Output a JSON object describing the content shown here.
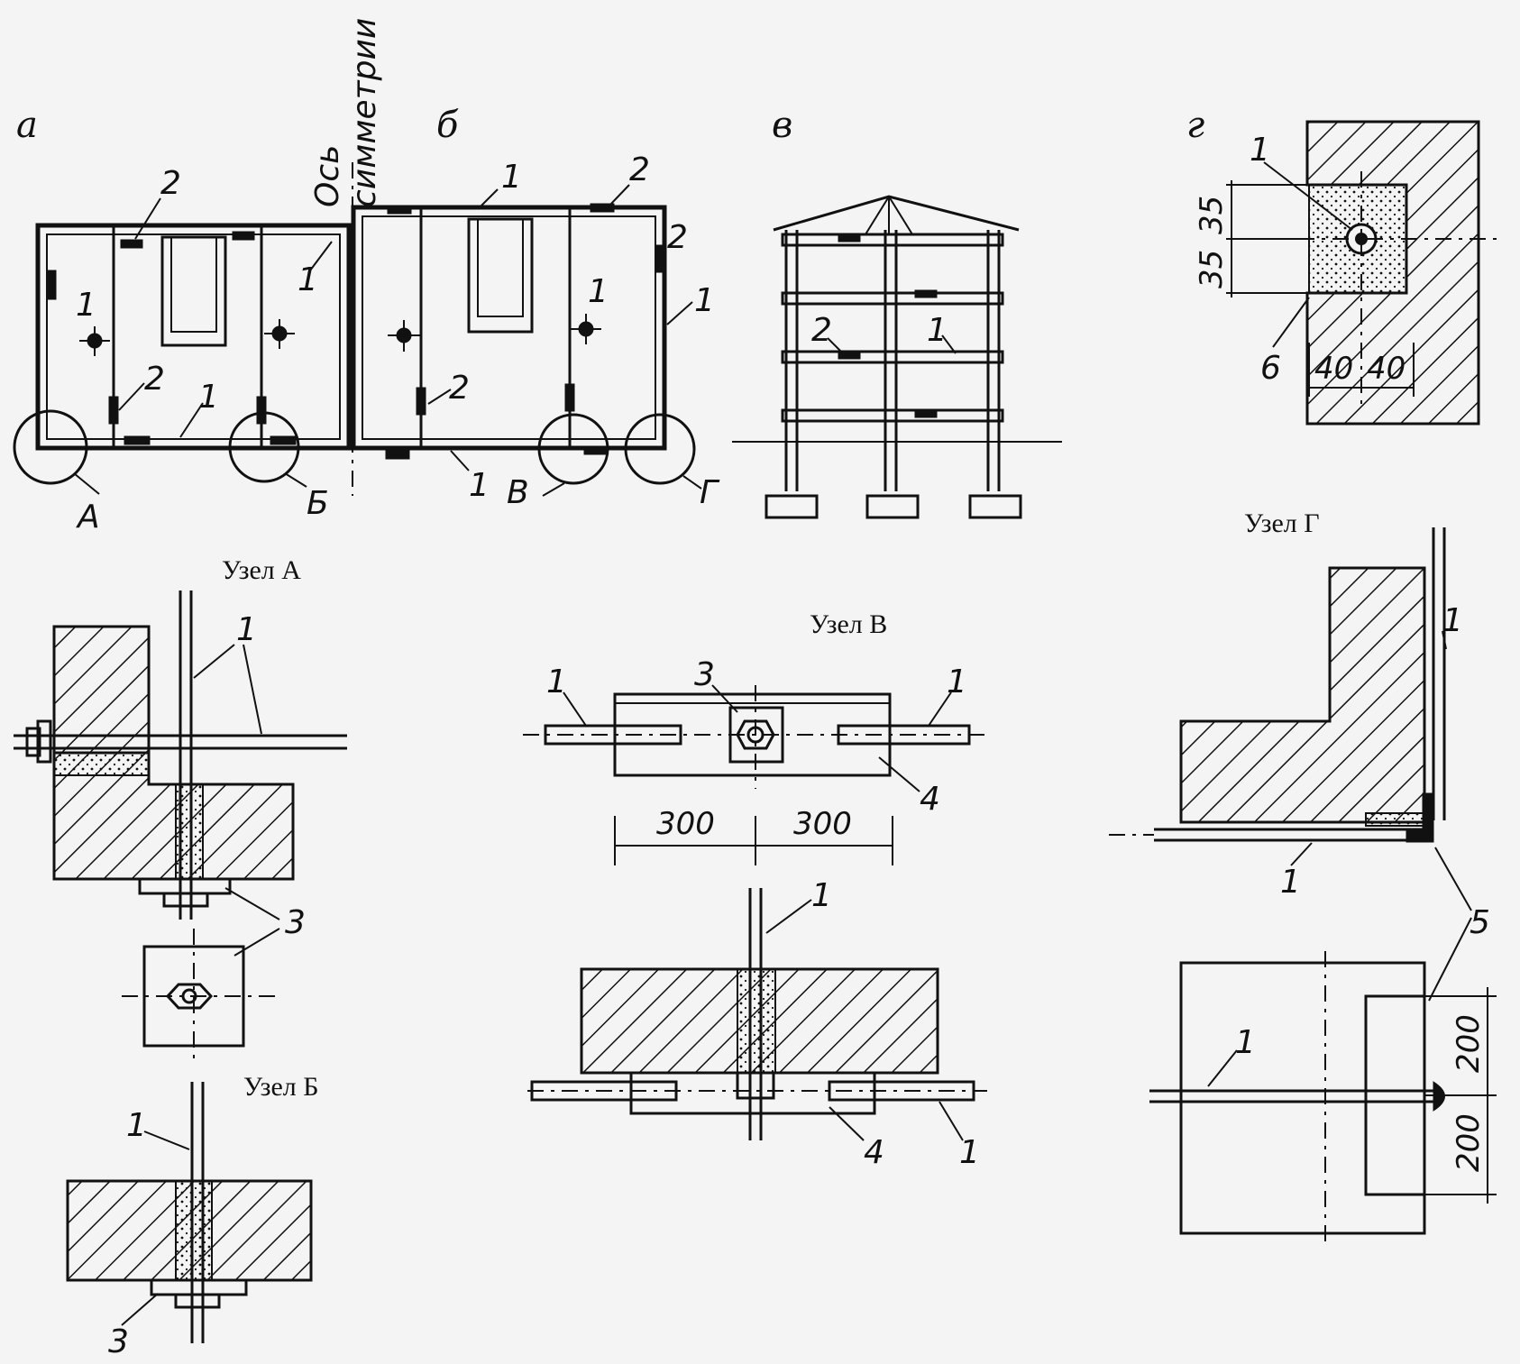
{
  "panels": {
    "a": "а",
    "b": "б",
    "v": "в",
    "g": "г"
  },
  "axis_label": {
    "line1": "Ось",
    "line2": "симметрии"
  },
  "callouts": {
    "A": "А",
    "B": "Б",
    "V": "В",
    "G": "Г"
  },
  "node_titles": {
    "A": "Узел А",
    "B": "Узел Б",
    "V": "Узел В",
    "G": "Узел Г"
  },
  "markers": {
    "tie": "1",
    "coupler": "2",
    "washer": "3",
    "plate": "4",
    "weld": "5",
    "mortar": "6"
  },
  "dimensions": {
    "d35": "35",
    "d40": "40",
    "d300": "300",
    "d200": "200"
  }
}
